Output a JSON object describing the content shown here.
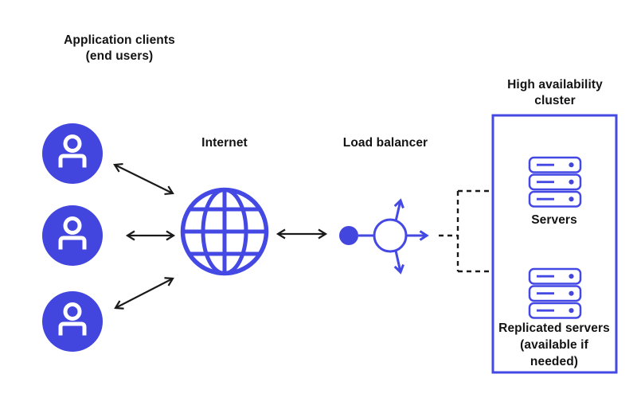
{
  "colors": {
    "blue_fill": "#4245DE",
    "blue_stroke": "#4549E4",
    "line_black": "#1A1A1A",
    "text": "#131313",
    "background": "#FFFFFF"
  },
  "labels": {
    "clients_line1": "Application clients",
    "clients_line2": "(end users)",
    "internet": "Internet",
    "load_balancer": "Load balancer",
    "cluster_line1": "High availability",
    "cluster_line2": "cluster",
    "servers": "Servers",
    "replicated_line1": "Replicated servers",
    "replicated_line2": "(available if",
    "replicated_line3": "needed)"
  },
  "icons": {
    "client": "user-icon",
    "internet": "globe-icon",
    "load_balancer": "load-balancer-icon",
    "server_group": "server-stack-icon"
  },
  "structure": {
    "client_count": 3,
    "server_stack_count": 2,
    "connections": [
      "client-top <-> internet",
      "client-middle <-> internet",
      "client-bottom <-> internet",
      "internet <-> load-balancer",
      "load-balancer --> servers (dashed)",
      "load-balancer --> replicated-servers (dashed)"
    ]
  }
}
